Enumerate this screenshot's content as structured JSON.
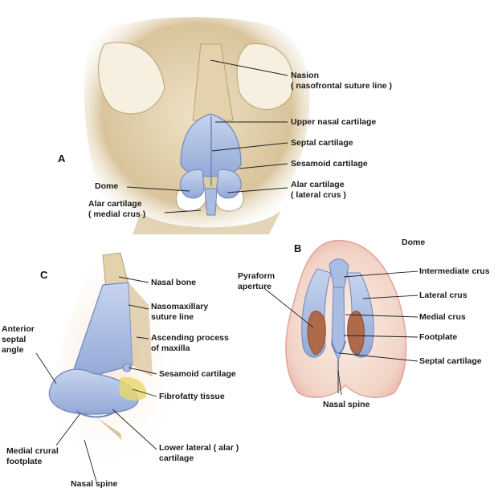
{
  "panels": {
    "a": "A",
    "b": "B",
    "c": "C"
  },
  "labels_a": {
    "nasion_l1": "Nasion",
    "nasion_l2": "( nasofrontal suture line )",
    "upper_nasal": "Upper nasal cartilage",
    "septal": "Septal cartilage",
    "sesamoid": "Sesamoid cartilage",
    "alar_lateral_l1": "Alar cartilage",
    "alar_lateral_l2": "( lateral crus )",
    "dome": "Dome",
    "alar_medial_l1": "Alar cartilage",
    "alar_medial_l2": "( medial crus )"
  },
  "labels_b": {
    "dome": "Dome",
    "pyriform_l1": "Pyraform",
    "pyriform_l2": "aperture",
    "intermediate": "Intermediate crus",
    "lateral": "Lateral crus",
    "medial": "Medial crus",
    "footplate": "Footplate",
    "septal": "Septal cartilage",
    "nasal_spine": "Nasal spine"
  },
  "labels_c": {
    "nasal_bone": "Nasal bone",
    "nasomax_l1": "Nasomaxillary",
    "nasomax_l2": "suture line",
    "ascending_l1": "Ascending process",
    "ascending_l2": "of maxilla",
    "anterior_l1": "Anterior",
    "anterior_l2": "septal",
    "anterior_l3": "angle",
    "sesamoid": "Sesamoid cartilage",
    "fibrofatty": "Fibrofatty tissue",
    "lower_lateral_l1": "Lower lateral ( alar )",
    "lower_lateral_l2": "cartilage",
    "medial_crural_l1": "Medial crural",
    "medial_crural_l2": "footplate",
    "nasal_spine": "Nasal spine"
  },
  "colors": {
    "cartilage": "#a9bde3",
    "cartilage_edge": "#6f86bd",
    "bone": "#dcc9a3",
    "bone_shadow": "#b7a177",
    "skin": "#f3dcd0",
    "skin_edge": "#e2a39c",
    "aperture": "#b06a4a",
    "fat": "#e8d76a",
    "line": "#222222"
  }
}
